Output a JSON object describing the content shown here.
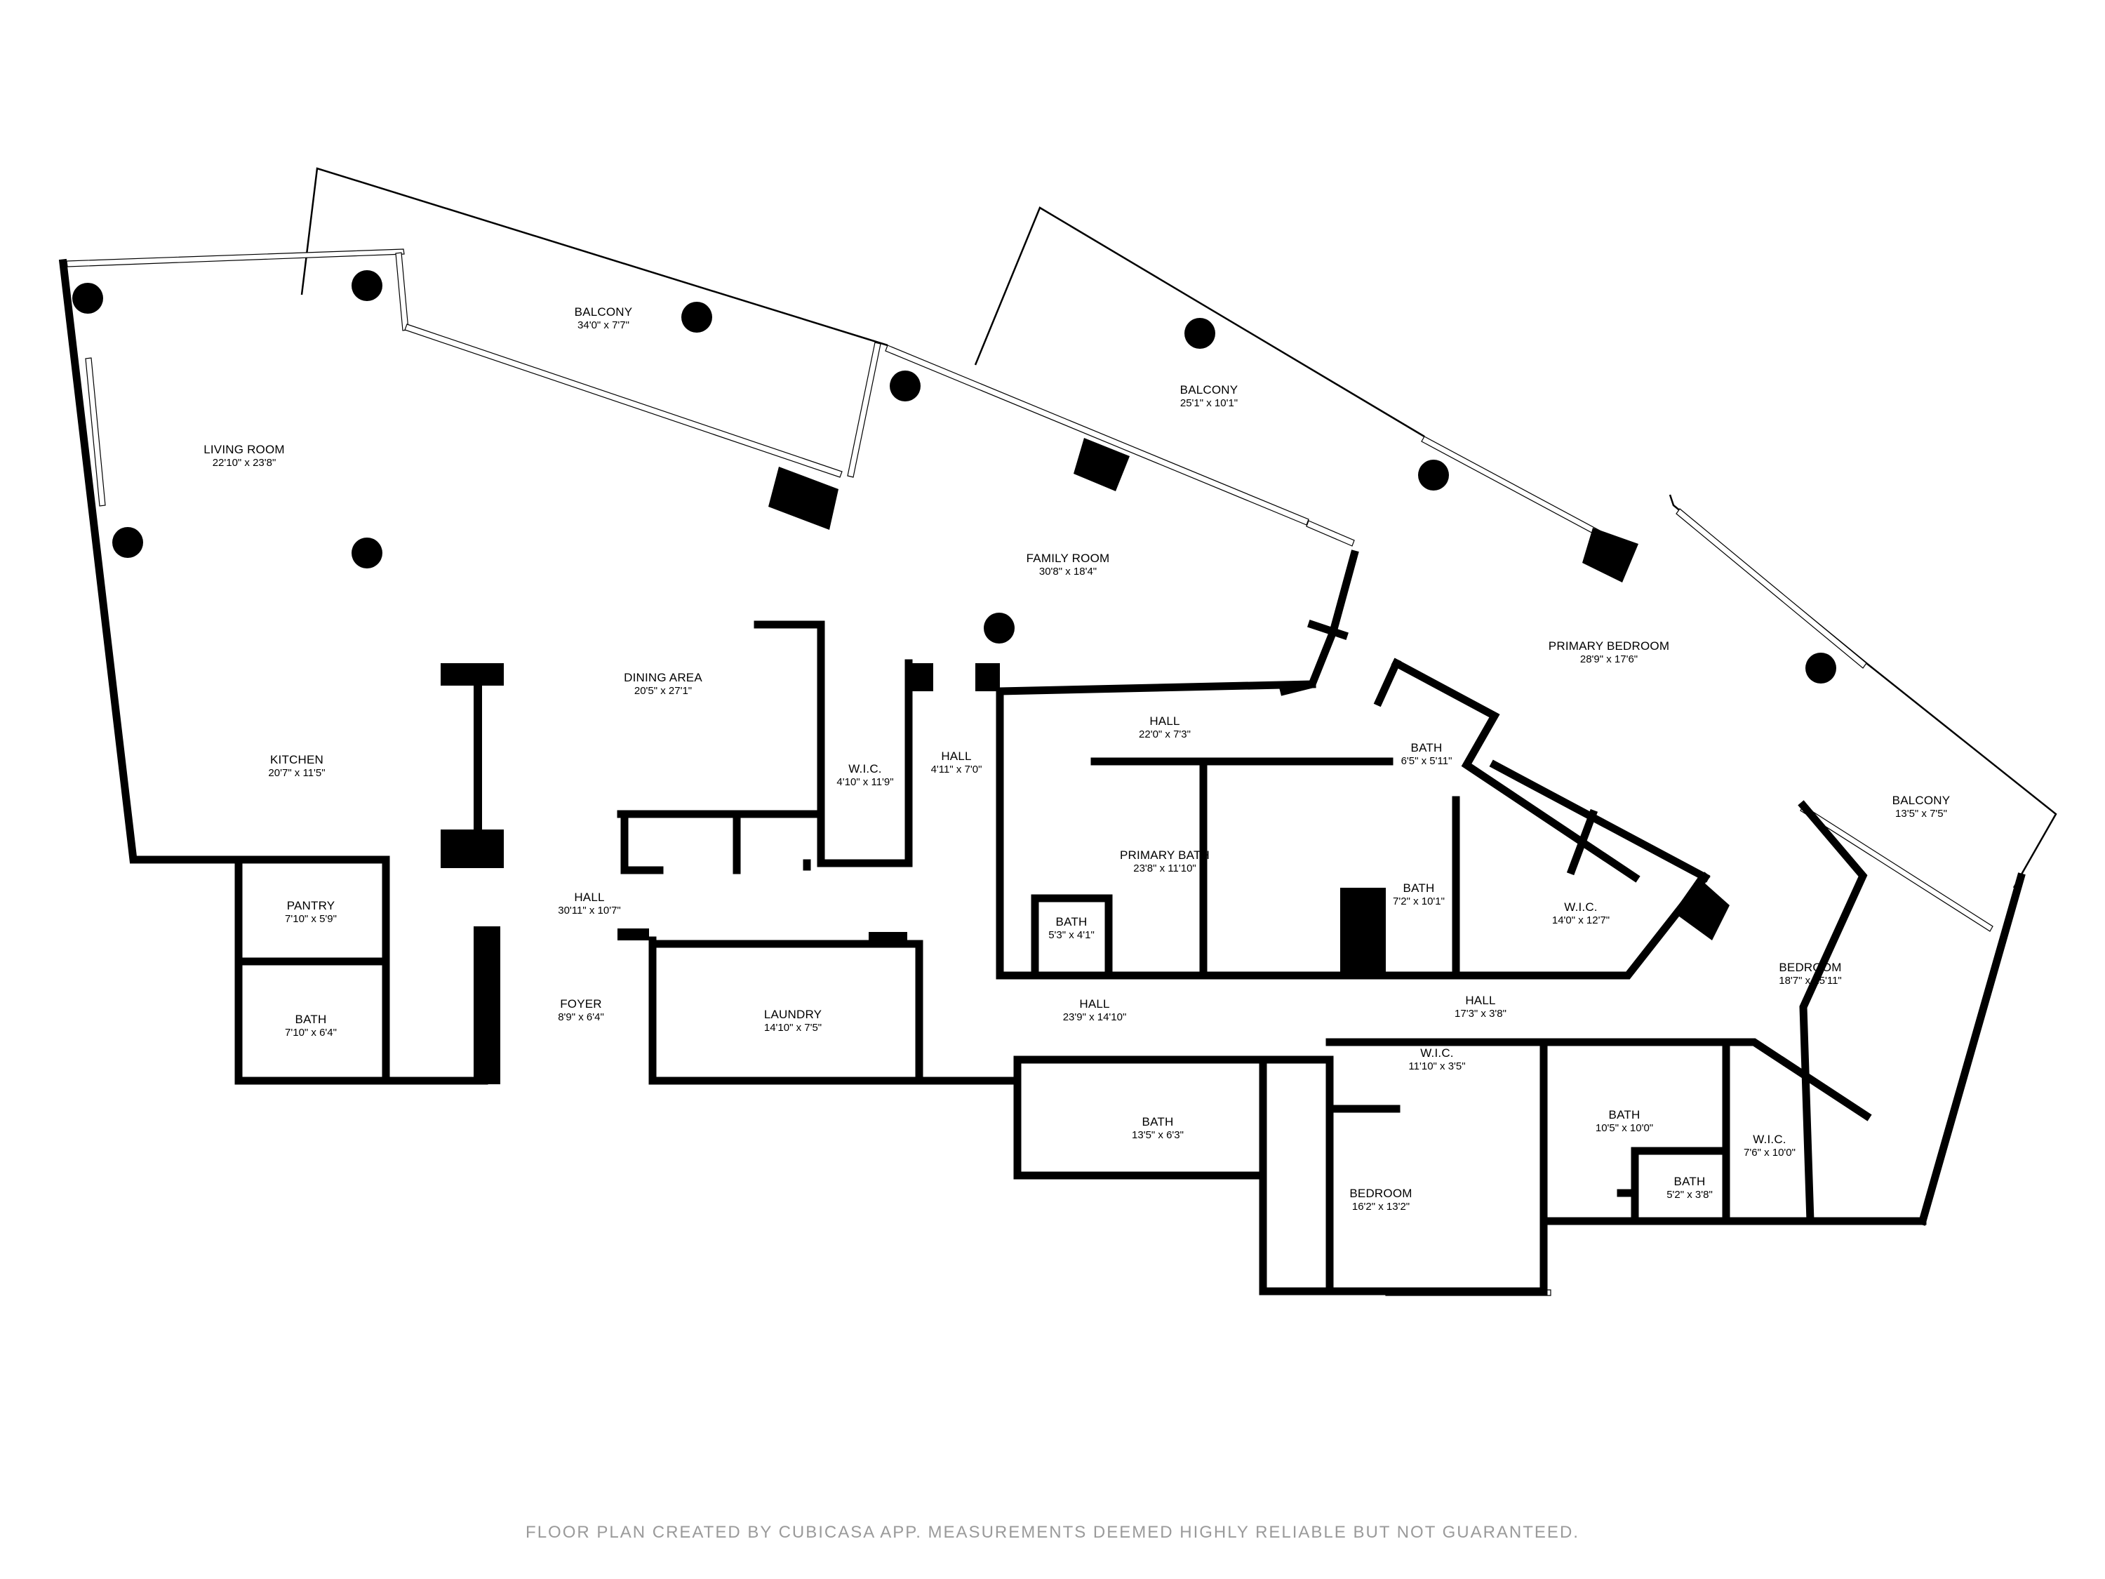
{
  "rooms": [
    {
      "id": "balcony-1",
      "name": "BALCONY",
      "dims": "34'0\" x 7'7\""
    },
    {
      "id": "balcony-2",
      "name": "BALCONY",
      "dims": "25'1\" x 10'1\""
    },
    {
      "id": "living-room",
      "name": "LIVING ROOM",
      "dims": "22'10\" x 23'8\""
    },
    {
      "id": "family-room",
      "name": "FAMILY ROOM",
      "dims": "30'8\" x 18'4\""
    },
    {
      "id": "primary-bedroom",
      "name": "PRIMARY BEDROOM",
      "dims": "28'9\" x 17'6\""
    },
    {
      "id": "dining-area",
      "name": "DINING AREA",
      "dims": "20'5\" x 27'1\""
    },
    {
      "id": "kitchen",
      "name": "KITCHEN",
      "dims": "20'7\" x 11'5\""
    },
    {
      "id": "wic-1",
      "name": "W.I.C.",
      "dims": "4'10\" x 11'9\""
    },
    {
      "id": "hall-1",
      "name": "HALL",
      "dims": "4'11\" x 7'0\""
    },
    {
      "id": "hall-2",
      "name": "HALL",
      "dims": "22'0\" x 7'3\""
    },
    {
      "id": "bath-1",
      "name": "BATH",
      "dims": "6'5\" x 5'11\""
    },
    {
      "id": "balcony-3",
      "name": "BALCONY",
      "dims": "13'5\" x 7'5\""
    },
    {
      "id": "primary-bath",
      "name": "PRIMARY BATH",
      "dims": "23'8\" x 11'10\""
    },
    {
      "id": "bath-2",
      "name": "BATH",
      "dims": "7'2\" x 10'1\""
    },
    {
      "id": "wic-2",
      "name": "W.I.C.",
      "dims": "14'0\" x 12'7\""
    },
    {
      "id": "pantry",
      "name": "PANTRY",
      "dims": "7'10\" x 5'9\""
    },
    {
      "id": "hall-3",
      "name": "HALL",
      "dims": "30'11\" x 10'7\""
    },
    {
      "id": "bath-3",
      "name": "BATH",
      "dims": "5'3\" x 4'1\""
    },
    {
      "id": "bedroom-1",
      "name": "BEDROOM",
      "dims": "18'7\" x 15'11\""
    },
    {
      "id": "bath-4",
      "name": "BATH",
      "dims": "7'10\" x 6'4\""
    },
    {
      "id": "foyer",
      "name": "FOYER",
      "dims": "8'9\" x 6'4\""
    },
    {
      "id": "laundry",
      "name": "LAUNDRY",
      "dims": "14'10\" x 7'5\""
    },
    {
      "id": "hall-4",
      "name": "HALL",
      "dims": "23'9\" x 14'10\""
    },
    {
      "id": "hall-5",
      "name": "HALL",
      "dims": "17'3\" x 3'8\""
    },
    {
      "id": "wic-3",
      "name": "W.I.C.",
      "dims": "11'10\" x 3'5\""
    },
    {
      "id": "bath-5",
      "name": "BATH",
      "dims": "13'5\" x 6'3\""
    },
    {
      "id": "bath-6",
      "name": "BATH",
      "dims": "10'5\" x 10'0\""
    },
    {
      "id": "wic-4",
      "name": "W.I.C.",
      "dims": "7'6\" x 10'0\""
    },
    {
      "id": "bath-7",
      "name": "BATH",
      "dims": "5'2\" x 3'8\""
    },
    {
      "id": "bedroom-2",
      "name": "BEDROOM",
      "dims": "16'2\" x 13'2\""
    }
  ],
  "footer": "FLOOR PLAN CREATED BY CUBICASA APP. MEASUREMENTS DEEMED HIGHLY RELIABLE BUT NOT GUARANTEED."
}
